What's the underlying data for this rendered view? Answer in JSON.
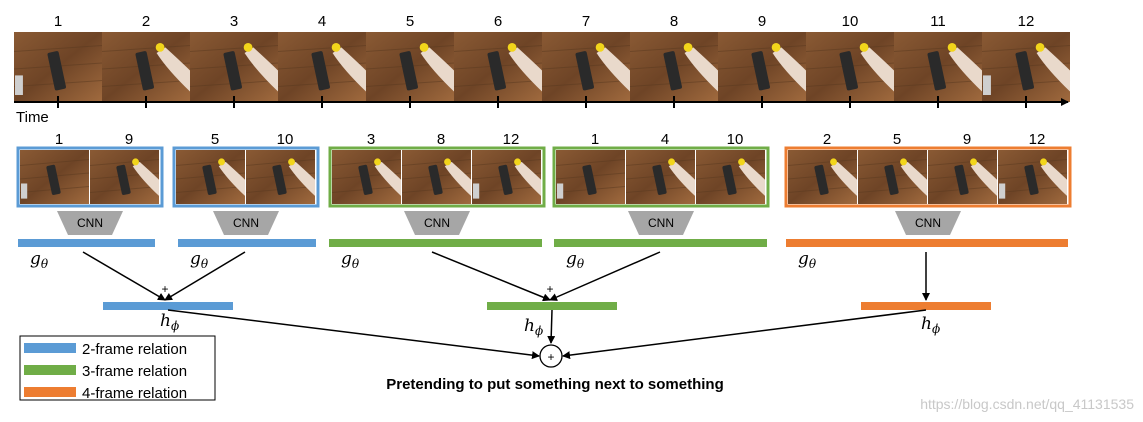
{
  "top_frames": [
    "1",
    "2",
    "3",
    "4",
    "5",
    "6",
    "7",
    "8",
    "9",
    "10",
    "11",
    "12"
  ],
  "time_label": "Time",
  "groups": [
    {
      "frames": [
        "1",
        "9"
      ],
      "color": "#5b9bd5"
    },
    {
      "frames": [
        "5",
        "10"
      ],
      "color": "#5b9bd5"
    },
    {
      "frames": [
        "3",
        "8",
        "12"
      ],
      "color": "#70ad47"
    },
    {
      "frames": [
        "1",
        "4",
        "10"
      ],
      "color": "#70ad47"
    },
    {
      "frames": [
        "2",
        "5",
        "9",
        "12"
      ],
      "color": "#ed7d31"
    }
  ],
  "cnn_label": "CNN",
  "g_label": "g",
  "g_subscript": "θ",
  "h_label": "h",
  "h_subscript": "ϕ",
  "plus_label": "+",
  "legend": [
    {
      "label": "2-frame relation",
      "color": "#5b9bd5"
    },
    {
      "label": "3-frame relation",
      "color": "#70ad47"
    },
    {
      "label": "4-frame relation",
      "color": "#ed7d31"
    }
  ],
  "caption": "Pretending to put something next to something",
  "watermark": "https://blog.csdn.net/qq_41131535"
}
